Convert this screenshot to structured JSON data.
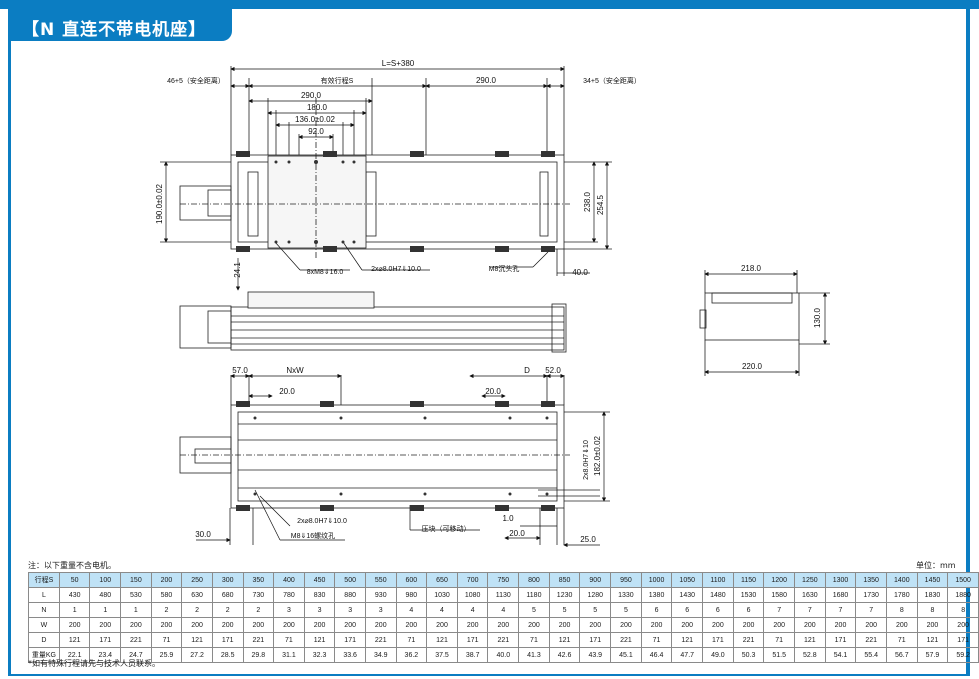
{
  "header": {
    "title": "【N 直连不带电机座】"
  },
  "drawing": {
    "top_labels": {
      "overall": "L=S+380",
      "left_safety": "46+5（安全距离）",
      "stroke": "有效行程S",
      "right_290": "290.0",
      "right_safety": "34+5（安全距离）",
      "d290": "290.0",
      "d180": "180.0",
      "d136": "136.0±0.02",
      "d92": "92.0",
      "d190": "190.0±0.02",
      "d238": "238.0",
      "d254": "254.5",
      "hole_8xm8": "8xM8⇓16.0",
      "hole_2x8": "2x⌀8.0H7⇓10.0",
      "counterbore": "M8沉头孔",
      "d40": "40.0",
      "d24": "24.1"
    },
    "end_view": {
      "width_top": "218.0",
      "height": "130.0",
      "width_bottom": "220.0"
    },
    "bottom_labels": {
      "d57": "57.0",
      "nxw": "NxW",
      "d20a": "20.0",
      "dD": "D",
      "d52": "52.0",
      "d20b": "20.0",
      "v2x8": "2x8.0H7⇓10",
      "d182": "182.0±0.02",
      "hole_2x8b": "2x⌀8.0H7⇓10.0",
      "m8thread": "M8⇓16螺纹孔",
      "clamp": "压块（可移动）",
      "d1": "1.0",
      "d20c": "20.0",
      "d25": "25.0",
      "d30": "30.0"
    }
  },
  "notes": {
    "left": "注：以下重量不含电机。",
    "unit": "单位：mm",
    "footer": "*如有特殊行程请先与技术人员联系。"
  },
  "table": {
    "rows": [
      {
        "label": "行程S",
        "values": [
          "50",
          "100",
          "150",
          "200",
          "250",
          "300",
          "350",
          "400",
          "450",
          "500",
          "550",
          "600",
          "650",
          "700",
          "750",
          "800",
          "850",
          "900",
          "950",
          "1000",
          "1050",
          "1100",
          "1150",
          "1200",
          "1250",
          "1300",
          "1350",
          "1400",
          "1450",
          "1500"
        ]
      },
      {
        "label": "L",
        "values": [
          "430",
          "480",
          "530",
          "580",
          "630",
          "680",
          "730",
          "780",
          "830",
          "880",
          "930",
          "980",
          "1030",
          "1080",
          "1130",
          "1180",
          "1230",
          "1280",
          "1330",
          "1380",
          "1430",
          "1480",
          "1530",
          "1580",
          "1630",
          "1680",
          "1730",
          "1780",
          "1830",
          "1880"
        ]
      },
      {
        "label": "N",
        "values": [
          "1",
          "1",
          "1",
          "2",
          "2",
          "2",
          "2",
          "3",
          "3",
          "3",
          "3",
          "4",
          "4",
          "4",
          "4",
          "5",
          "5",
          "5",
          "5",
          "6",
          "6",
          "6",
          "6",
          "7",
          "7",
          "7",
          "7",
          "8",
          "8",
          "8"
        ]
      },
      {
        "label": "W",
        "values": [
          "200",
          "200",
          "200",
          "200",
          "200",
          "200",
          "200",
          "200",
          "200",
          "200",
          "200",
          "200",
          "200",
          "200",
          "200",
          "200",
          "200",
          "200",
          "200",
          "200",
          "200",
          "200",
          "200",
          "200",
          "200",
          "200",
          "200",
          "200",
          "200",
          "200"
        ]
      },
      {
        "label": "D",
        "values": [
          "121",
          "171",
          "221",
          "71",
          "121",
          "171",
          "221",
          "71",
          "121",
          "171",
          "221",
          "71",
          "121",
          "171",
          "221",
          "71",
          "121",
          "171",
          "221",
          "71",
          "121",
          "171",
          "221",
          "71",
          "121",
          "171",
          "221",
          "71",
          "121",
          "171"
        ]
      },
      {
        "label": "重量KG",
        "values": [
          "22.1",
          "23.4",
          "24.7",
          "25.9",
          "27.2",
          "28.5",
          "29.8",
          "31.1",
          "32.3",
          "33.6",
          "34.9",
          "36.2",
          "37.5",
          "38.7",
          "40.0",
          "41.3",
          "42.6",
          "43.9",
          "45.1",
          "46.4",
          "47.7",
          "49.0",
          "50.3",
          "51.5",
          "52.8",
          "54.1",
          "55.4",
          "56.7",
          "57.9",
          "59.2"
        ]
      }
    ]
  }
}
